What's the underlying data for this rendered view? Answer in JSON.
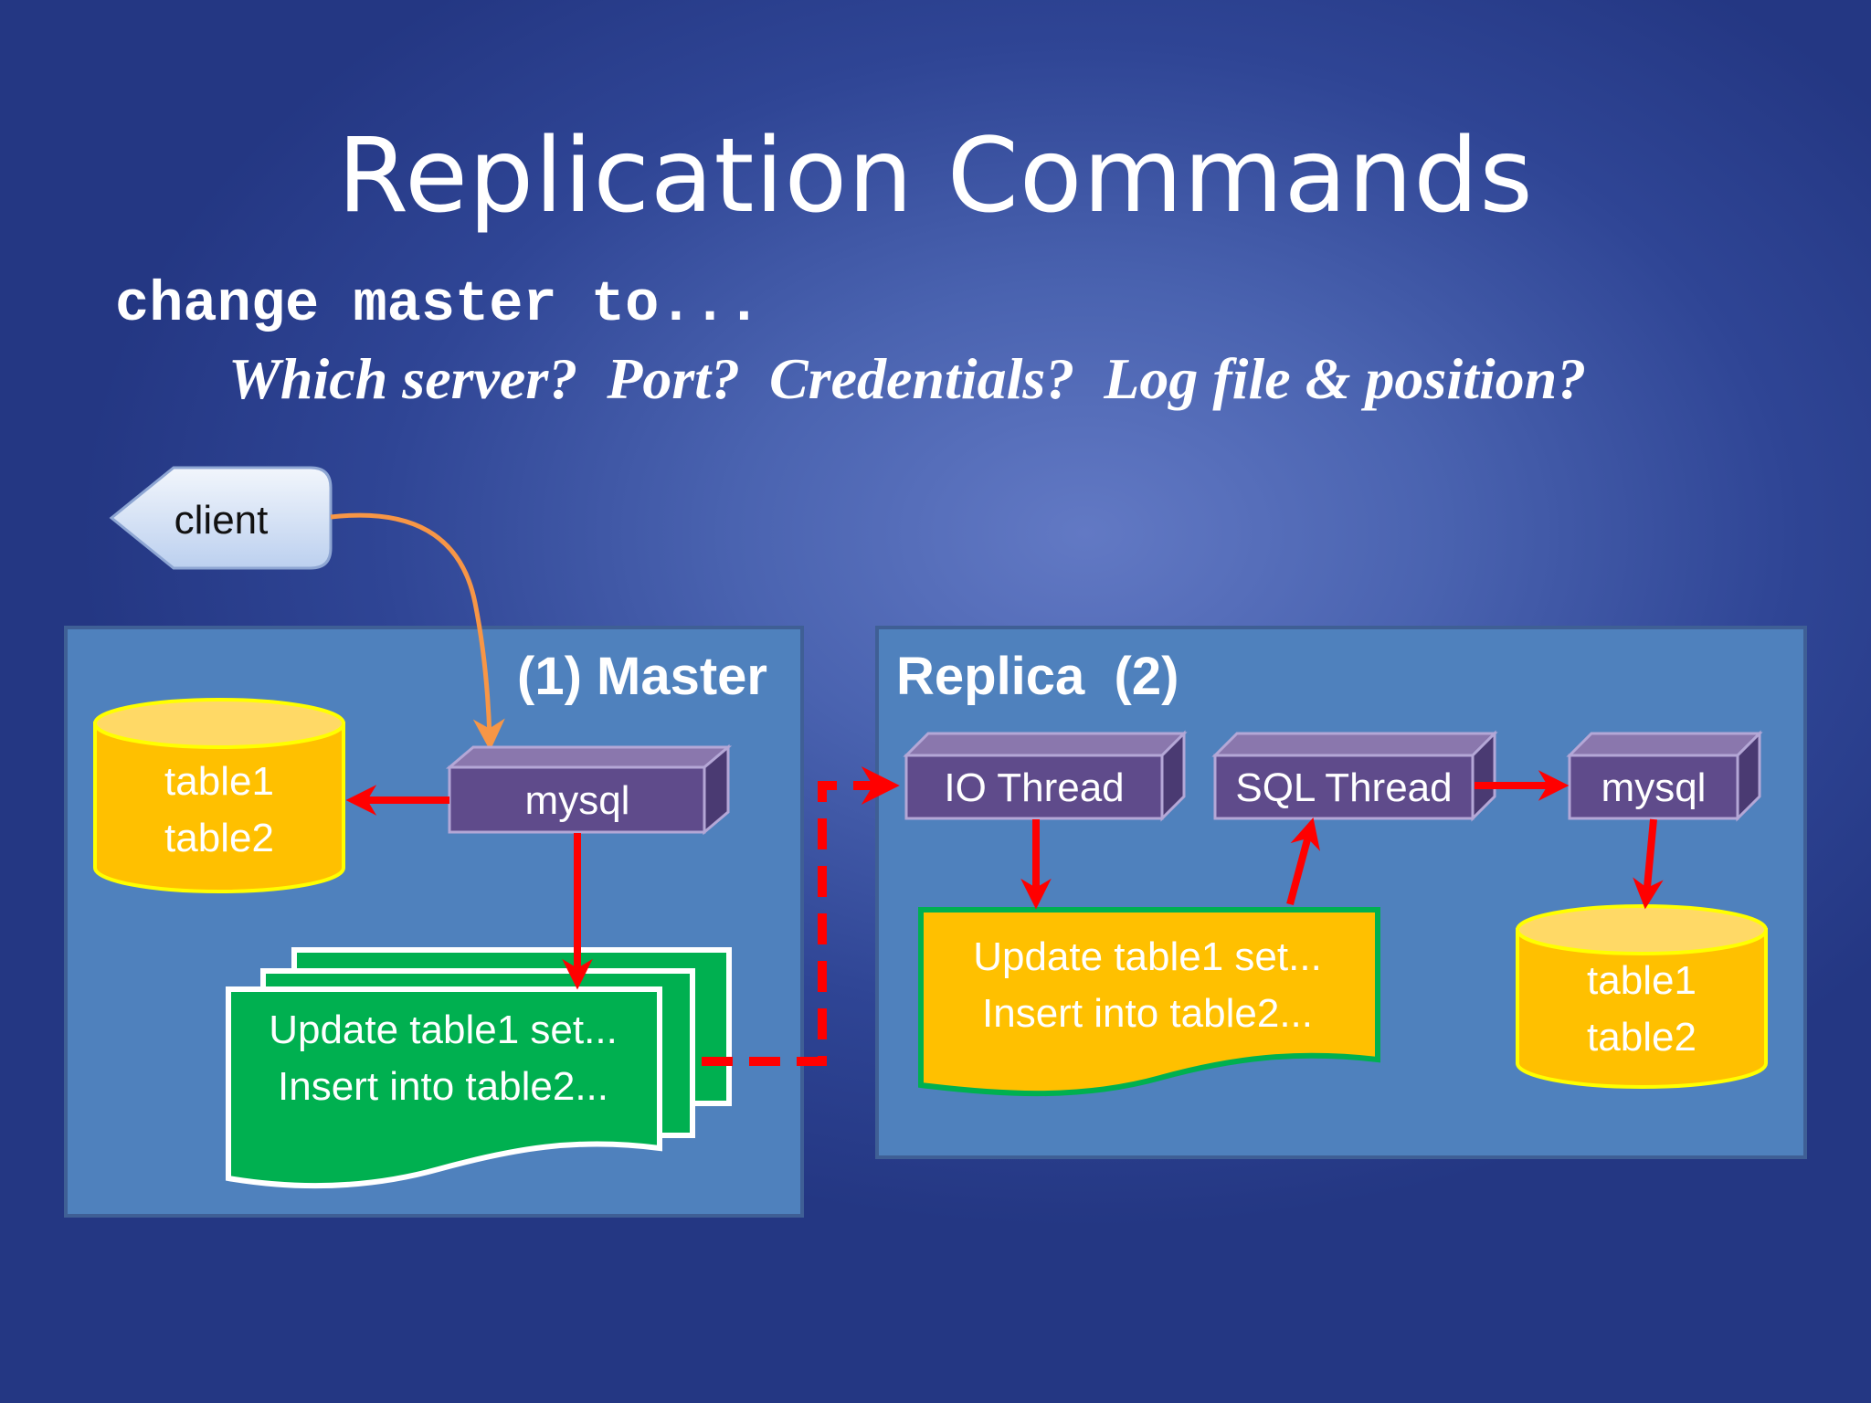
{
  "title": "Replication Commands",
  "command": "change master to...",
  "questions": "Which server?  Port?  Credentials?  Log file & position?",
  "client": {
    "label": "client"
  },
  "master": {
    "title": "(1) Master",
    "process": "mysql",
    "tables": [
      "table1",
      "table2"
    ],
    "binlog": [
      "Update table1 set...",
      "Insert into table2..."
    ]
  },
  "replica": {
    "title": "Replica  (2)",
    "io_thread": "IO Thread",
    "sql_thread": "SQL Thread",
    "process": "mysql",
    "relay_log": [
      "Update table1 set...",
      "Insert into table2..."
    ],
    "tables": [
      "table1",
      "table2"
    ]
  },
  "colors": {
    "panel": "#4f81bd",
    "process_box": "#5f4b8b",
    "cylinder": "#ffc000",
    "binlog": "#00b050",
    "arrow": "#ff0000",
    "client_arrow": "#f79646"
  }
}
